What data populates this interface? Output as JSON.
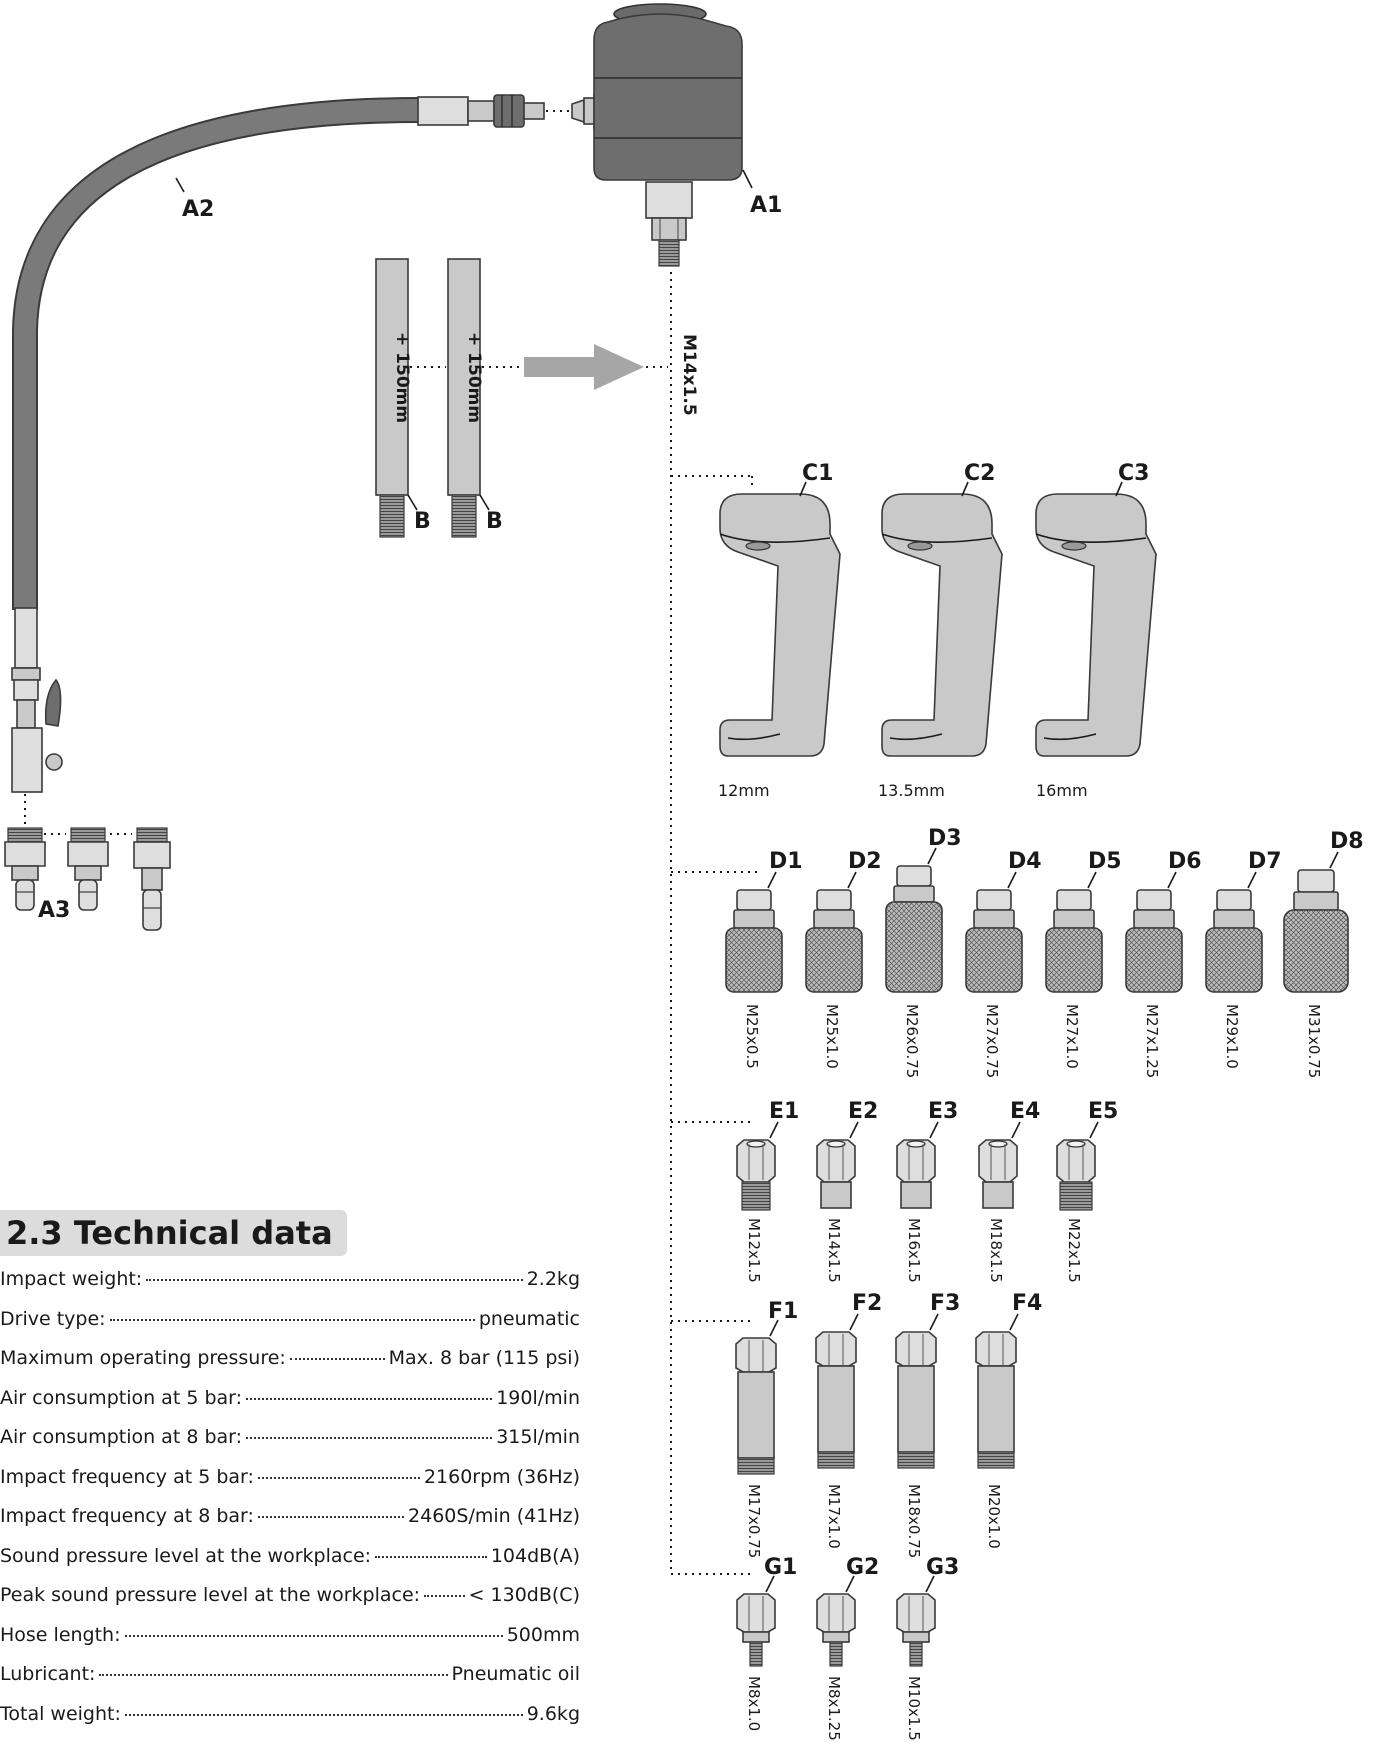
{
  "labels": {
    "A1": "A1",
    "A2": "A2",
    "A3": "A3",
    "B": "B",
    "C1": "C1",
    "C2": "C2",
    "C3": "C3",
    "D1": "D1",
    "D2": "D2",
    "D3": "D3",
    "D4": "D4",
    "D5": "D5",
    "D6": "D6",
    "D7": "D7",
    "D8": "D8",
    "E1": "E1",
    "E2": "E2",
    "E3": "E3",
    "E4": "E4",
    "E5": "E5",
    "F1": "F1",
    "F2": "F2",
    "F3": "F3",
    "F4": "F4",
    "G1": "G1",
    "G2": "G2",
    "G3": "G3"
  },
  "main_thread": "M14x1.5",
  "extension_label": "+ 150mm",
  "c_sizes": [
    "12mm",
    "13.5mm",
    "16mm"
  ],
  "d_threads": [
    "M25x0.5",
    "M25x1.0",
    "M26x0.75",
    "M27x0.75",
    "M27x1.0",
    "M27x1.25",
    "M29x1.0",
    "M31x0.75"
  ],
  "e_threads": [
    "M12x1.5",
    "M14x1.5",
    "M16x1.5",
    "M18x1.5",
    "M22x1.5"
  ],
  "f_threads": [
    "M17x0.75",
    "M17x1.0",
    "M18x0.75",
    "M20x1.0"
  ],
  "g_threads": [
    "M8x1.0",
    "M8x1.25",
    "M10x1.5"
  ],
  "tech": {
    "title": "2.3  Technical data",
    "rows": [
      {
        "label": "Impact weight:",
        "value": "2.2kg"
      },
      {
        "label": "Drive type:",
        "value": "pneumatic"
      },
      {
        "label": "Maximum operating pressure:",
        "value": "Max. 8 bar (115 psi)"
      },
      {
        "label": "Air consumption at 5 bar:",
        "value": "190l/min"
      },
      {
        "label": "Air consumption at 8 bar:",
        "value": "315l/min"
      },
      {
        "label": "Impact frequency at 5 bar:",
        "value": "2160rpm (36Hz)"
      },
      {
        "label": "Impact frequency at 8 bar:",
        "value": "2460S/min (41Hz)"
      },
      {
        "label": "Sound pressure level at the workplace:",
        "value": "104dB(A)"
      },
      {
        "label": "Peak sound pressure level at the workplace:",
        "value": "< 130dB(C)"
      },
      {
        "label": "Hose length:",
        "value": "500mm"
      },
      {
        "label": "Lubricant:",
        "value": "Pneumatic oil"
      },
      {
        "label": "Total weight:",
        "value": "9.6kg"
      }
    ]
  }
}
